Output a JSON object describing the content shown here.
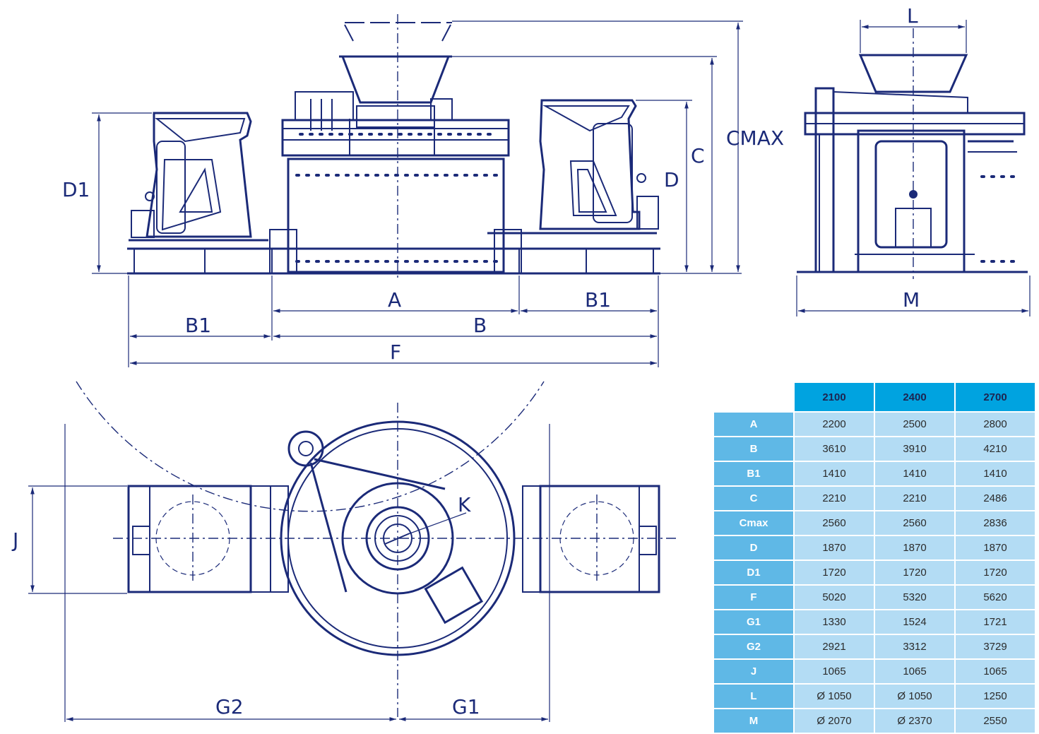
{
  "labels": {
    "l": "L",
    "cmax": "CMAX",
    "c": "C",
    "d": "D",
    "d1": "D1",
    "a": "A",
    "b": "B",
    "b1_left": "B1",
    "b1_right": "B1",
    "f": "F",
    "m": "M",
    "k": "K",
    "j": "J",
    "g1": "G1",
    "g2": "G2"
  },
  "table": {
    "columns": [
      "2100",
      "2400",
      "2700"
    ],
    "rows": [
      {
        "label": "A",
        "values": [
          "2200",
          "2500",
          "2800"
        ]
      },
      {
        "label": "B",
        "values": [
          "3610",
          "3910",
          "4210"
        ]
      },
      {
        "label": "B1",
        "values": [
          "1410",
          "1410",
          "1410"
        ]
      },
      {
        "label": "C",
        "values": [
          "2210",
          "2210",
          "2486"
        ]
      },
      {
        "label": "Cmax",
        "values": [
          "2560",
          "2560",
          "2836"
        ]
      },
      {
        "label": "D",
        "values": [
          "1870",
          "1870",
          "1870"
        ]
      },
      {
        "label": "D1",
        "values": [
          "1720",
          "1720",
          "1720"
        ]
      },
      {
        "label": "F",
        "values": [
          "5020",
          "5320",
          "5620"
        ]
      },
      {
        "label": "G1",
        "values": [
          "1330",
          "1524",
          "1721"
        ]
      },
      {
        "label": "G2",
        "values": [
          "2921",
          "3312",
          "3729"
        ]
      },
      {
        "label": "J",
        "values": [
          "1065",
          "1065",
          "1065"
        ]
      },
      {
        "label": "L",
        "values": [
          "Ø 1050",
          "Ø 1050",
          "1250"
        ]
      },
      {
        "label": "M",
        "values": [
          "Ø 2070",
          "Ø 2370",
          "2550"
        ]
      }
    ]
  },
  "colors": {
    "line": "#1b2a78",
    "header": "#00a3e0",
    "row_header": "#5fb8e6",
    "cell": "#b3dcf4"
  }
}
